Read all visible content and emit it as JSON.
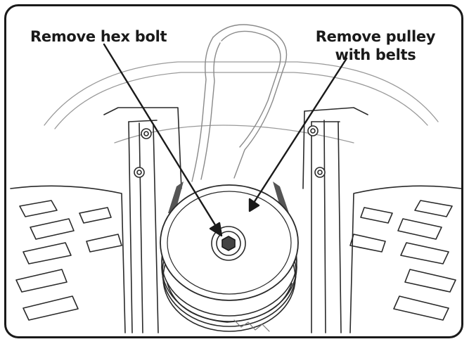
{
  "callouts": {
    "hex_bolt": "Remove hex bolt",
    "pulley_line1": "Remove pulley",
    "pulley_line2": "with belts"
  },
  "colors": {
    "line": "#2a2a2a",
    "light_line": "#9a9a9a",
    "shade": "#555555",
    "text": "#1a1a1a"
  }
}
